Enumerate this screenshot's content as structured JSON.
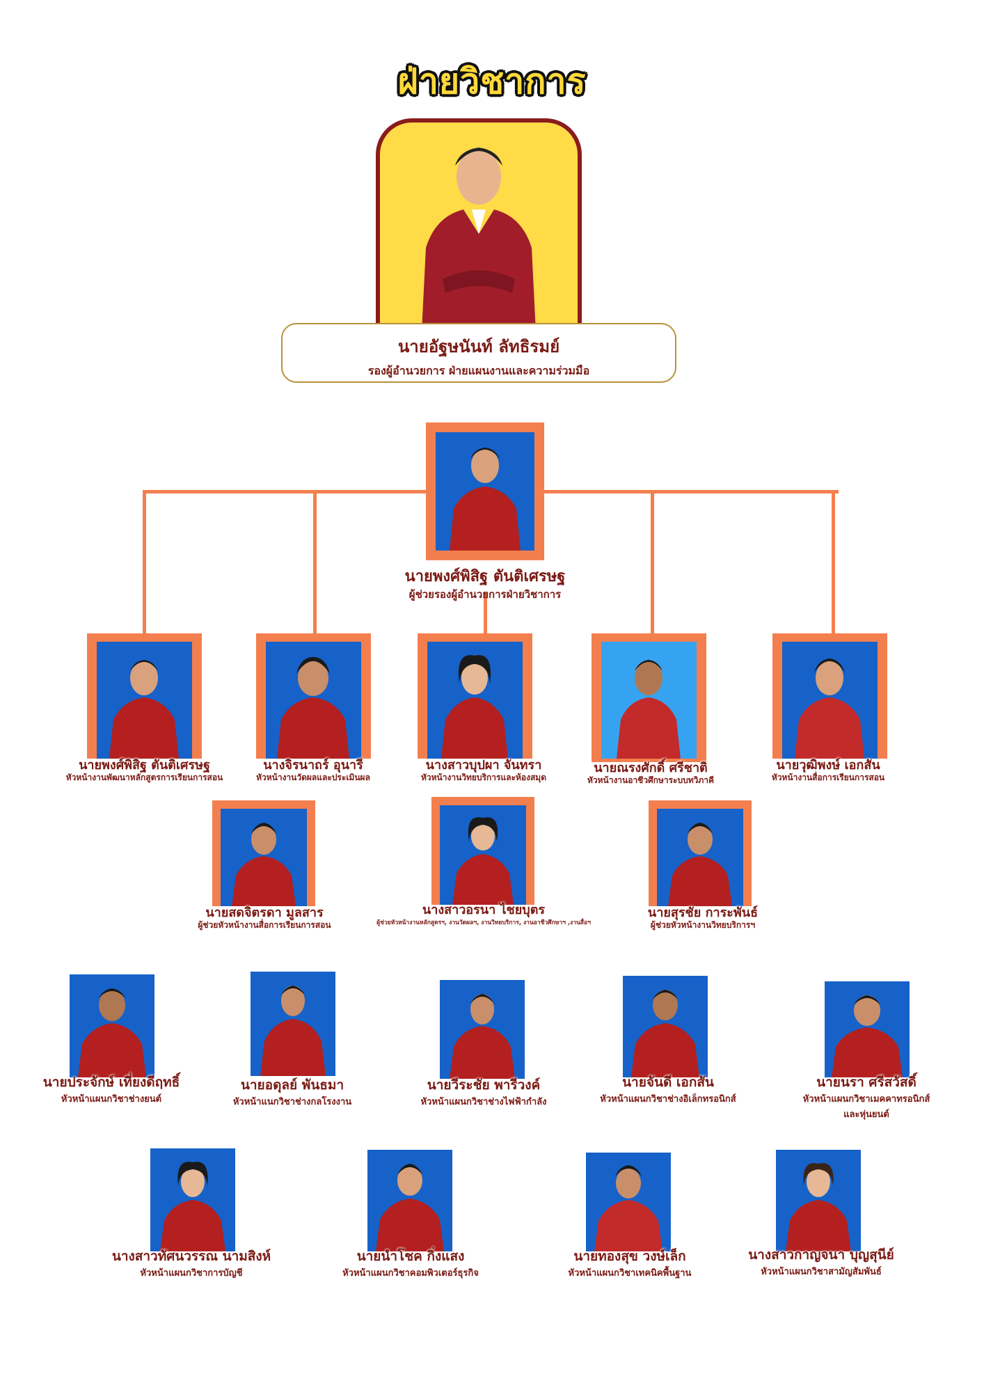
{
  "title": "ฝ่ายวิชาการ",
  "head": {
    "name": "นายอัฐษนันท์  ลัทธิรมย์",
    "role": "รองผู้อำนวยการ ฝ่ายแผนงานและความร่วมมือ"
  },
  "assistant": {
    "name": "นายพงศ์พิสิฐ  ตันติเศรษฐ",
    "role": "ผู้ช่วยรองผู้อำนวยการฝ่ายวิชาการ"
  },
  "section_heads": [
    {
      "name": "นายพงศ์พิสิฐ  ตันติเศรษฐ",
      "role": "หัวหน้างานพัฒนาหลักสูตรการเรียนการสอน"
    },
    {
      "name": "นางจิรนาถร์  อุนารี",
      "role": "หัวหน้างานวัดผลและประเมินผล"
    },
    {
      "name": "นางสาวบุปผา  จันทรา",
      "role": "หัวหน้างานวิทยบริการและห้องสมุด"
    },
    {
      "name": "นายณรงศักดิ์  ศรีชาติ",
      "role": "หัวหน้างานอาชีวศึกษาระบบทวิภาคี"
    },
    {
      "name": "นายวุฒิพงษ์ เอกสัน",
      "role": "หัวหน้างานสื่อการเรียนการสอน"
    }
  ],
  "assistants_row": [
    {
      "name": "นายสดจิตรดา  มูลสาร",
      "role": "ผู้ช่วยหัวหน้างานสื่อการเรียนการสอน"
    },
    {
      "name": "นางสาวอรนา  ไชยบุตร",
      "role": "ผู้ช่วยหัวหน้างานหลักสูตรฯ, งานวัดผลฯ, งานวิทยบริการ, งานอาชีวศึกษาฯ ,งานสื่อฯ"
    },
    {
      "name": "นายสุรชัย  การะพันธ์",
      "role": "ผู้ช่วยหัวหน้างานวิทยบริการฯ"
    }
  ],
  "dept_row1": [
    {
      "name": "นายประจักษ์  เที่ยงดีฤทธิ์",
      "role": "หัวหน้าแผนกวิชาช่างยนต์"
    },
    {
      "name": "นายอดุลย์  พันธมา",
      "role": "หัวหน้าแนกวิชาช่างกลโรงงาน"
    },
    {
      "name": "นายวีระชัย  พารีวงค์",
      "role": "หัวหน้าแผนกวิชาช่างไฟฟ้ากำลัง"
    },
    {
      "name": "นายจันดี  เอกสัน",
      "role": "หัวหน้าแผนกวิชาช่างอิเล็กทรอนิกส์"
    },
    {
      "name": "นายนรา  ศรีสวัสดิ์",
      "role": "หัวหน้าแผนกวิชาเมคคาทรอนิกส์",
      "role2": "และหุ่นยนต์"
    }
  ],
  "dept_row2": [
    {
      "name": "นางสาวทัศนวรรณ  นามสิงห์",
      "role": "หัวหน้าแผนกวิชาการบัญชี"
    },
    {
      "name": "นายนำโชค  กิ่งแสง",
      "role": "หัวหน้าแผนกวิชาคอมพิวเตอร์ธุรกิจ"
    },
    {
      "name": "นายทองสุข  วงษ์เล็ก",
      "role": "หัวหน้าแผนกวิชาเทคนิคพื้นฐาน"
    },
    {
      "name": "นางสาวกาญจนา  บุญสุนีย์",
      "role": "หัวหน้าแผนกวิชาสามัญสัมพันธ์"
    }
  ],
  "colors": {
    "accent": "#f47f4e",
    "text": "#7a1a14",
    "photo_bg": "#1662c9",
    "head_bg": "#ffdb48",
    "shirt": "#b3201f"
  }
}
